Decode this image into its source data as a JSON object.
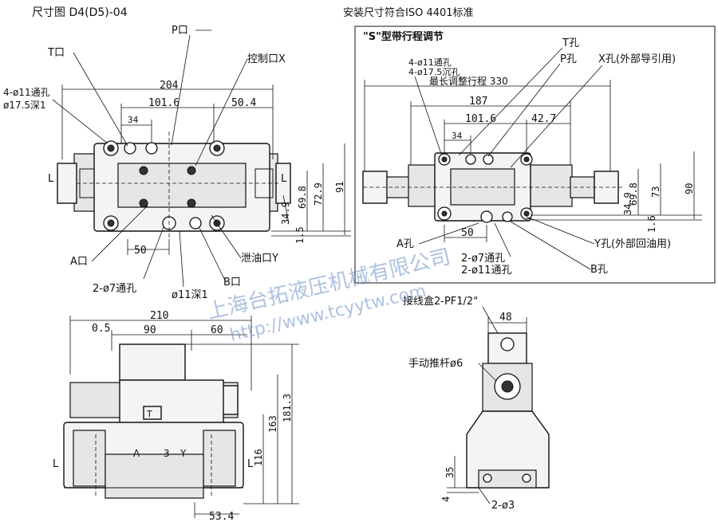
{
  "titles": {
    "main": "尺寸图 D4(D5)-04",
    "standard": "安装尺寸符合ISO 4401标准",
    "stype": "\"S\"型带行程调节"
  },
  "top_left": {
    "port_p": "P口",
    "port_t": "T口",
    "ctrl_x": "控制口X",
    "holes_a": "4-ø11通孔",
    "holes_b": "ø17.5深1",
    "dim_204": "204",
    "dim_101": "101.6",
    "dim_50_4": "50.4",
    "dim_34": "34",
    "side_l": "L",
    "side_r": "L",
    "dim_69_8": "69.8",
    "dim_72_9": "72.9",
    "dim_91": "91",
    "dim_34_9": "34.9",
    "dim_1_5": "1.5",
    "port_a": "A口",
    "dim_50": "50",
    "drain_y": "泄油口Y",
    "holes_7": "2-ø7通孔",
    "port_b": "B口",
    "hole_11": "ø11深1"
  },
  "top_right": {
    "t_hole": "T孔",
    "p_hole": "P孔",
    "x_hole": "X孔(外部导引用)",
    "holes_a": "4-ø11通孔",
    "holes_b": "4-ø17.5沉孔",
    "max_stroke": "最长调整行程 330",
    "dim_187": "187",
    "dim_101": "101.6",
    "dim_42_7": "42.7",
    "dim_34": "34",
    "dim_69_8": "69.8",
    "dim_73": "73",
    "dim_90": "90",
    "dim_34_9": "34.9",
    "dim_1_6": "1.6",
    "a_hole": "A孔",
    "dim_50": "50",
    "y_hole": "Y孔(外部回油用)",
    "holes_7": "2-ø7通孔",
    "holes_11": "2-ø11通孔",
    "b_hole": "B孔"
  },
  "bottom_left": {
    "dim_210": "210",
    "dim_0_5": "0.5",
    "dim_90": "90",
    "dim_60": "60",
    "side_l": "L",
    "side_r": "L",
    "dim_116": "116",
    "dim_163": "163",
    "dim_181_3": "181.3",
    "dim_53_4": "53.4",
    "mark_a": "A",
    "mark_3": "3",
    "mark_y": "Y"
  },
  "bottom_right": {
    "junction": "接线盒2-PF1/2\"",
    "dim_48": "48",
    "manual": "手动推杆ø6",
    "dim_35": "35",
    "dim_4": "4",
    "holes_3": "2-ø3"
  },
  "watermark": {
    "company": "上海台拓液压机械有限公司",
    "url": "http://www.tcyytw.com"
  }
}
